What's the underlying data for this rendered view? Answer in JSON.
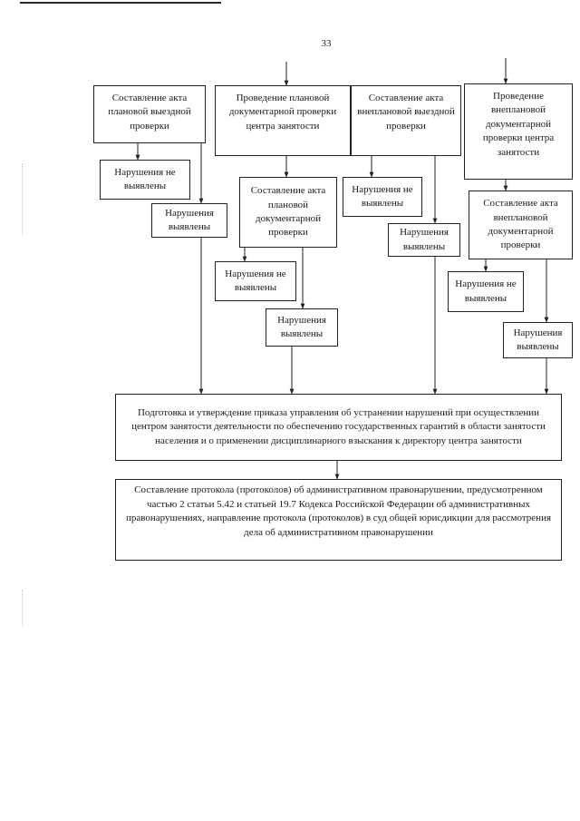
{
  "page_number": "33",
  "colors": {
    "line": "#222222",
    "background": "#ffffff"
  },
  "diagram": {
    "nodes": [
      {
        "id": "act-planned-field",
        "label": "Составление акта плановой выездной проверки"
      },
      {
        "id": "planned-doc-check",
        "label": "Проведение плановой документарной проверки центра занятости"
      },
      {
        "id": "act-unplanned-field",
        "label": "Составление акта внеплановой выездной проверки"
      },
      {
        "id": "unplanned-doc-check",
        "label": "Проведение внеплановой документарной проверки центра занятости"
      },
      {
        "id": "no-violations-1",
        "label": "Нарушения не выявлены"
      },
      {
        "id": "violations-1",
        "label": "Нарушения выявлены"
      },
      {
        "id": "act-planned-doc",
        "label": "Составление акта плановой документарной проверки"
      },
      {
        "id": "no-violations-2",
        "label": "Нарушения не выявлены"
      },
      {
        "id": "violations-2",
        "label": "Нарушения выявлены"
      },
      {
        "id": "no-violations-3",
        "label": "Нарушения не выявлены"
      },
      {
        "id": "violations-3",
        "label": "Нарушения выявлены"
      },
      {
        "id": "act-unplanned-doc",
        "label": "Составление акта внеплановой документарной проверки"
      },
      {
        "id": "no-violations-4",
        "label": "Нарушения не выявлены"
      },
      {
        "id": "violations-4",
        "label": "Нарушения выявлены"
      },
      {
        "id": "order-prep",
        "label": "Подготовка и утверждение приказа управления об устранении нарушений при осуществлении центром занятости деятельности по обеспечению государственных гарантий в области занятости населения и о применении дисциплинарного взыскания к директору центра занятости"
      },
      {
        "id": "protocol",
        "label": "Составление протокола (протоколов) об административном правонарушении, предусмотренном частью 2 статьи 5.42 и статьей 19.7 Кодекса Российской Федерации об административных правонарушениях, направление протокола (протоколов) в суд общей юрисдикции для рассмотрения дела об административном правонарушении"
      }
    ]
  }
}
